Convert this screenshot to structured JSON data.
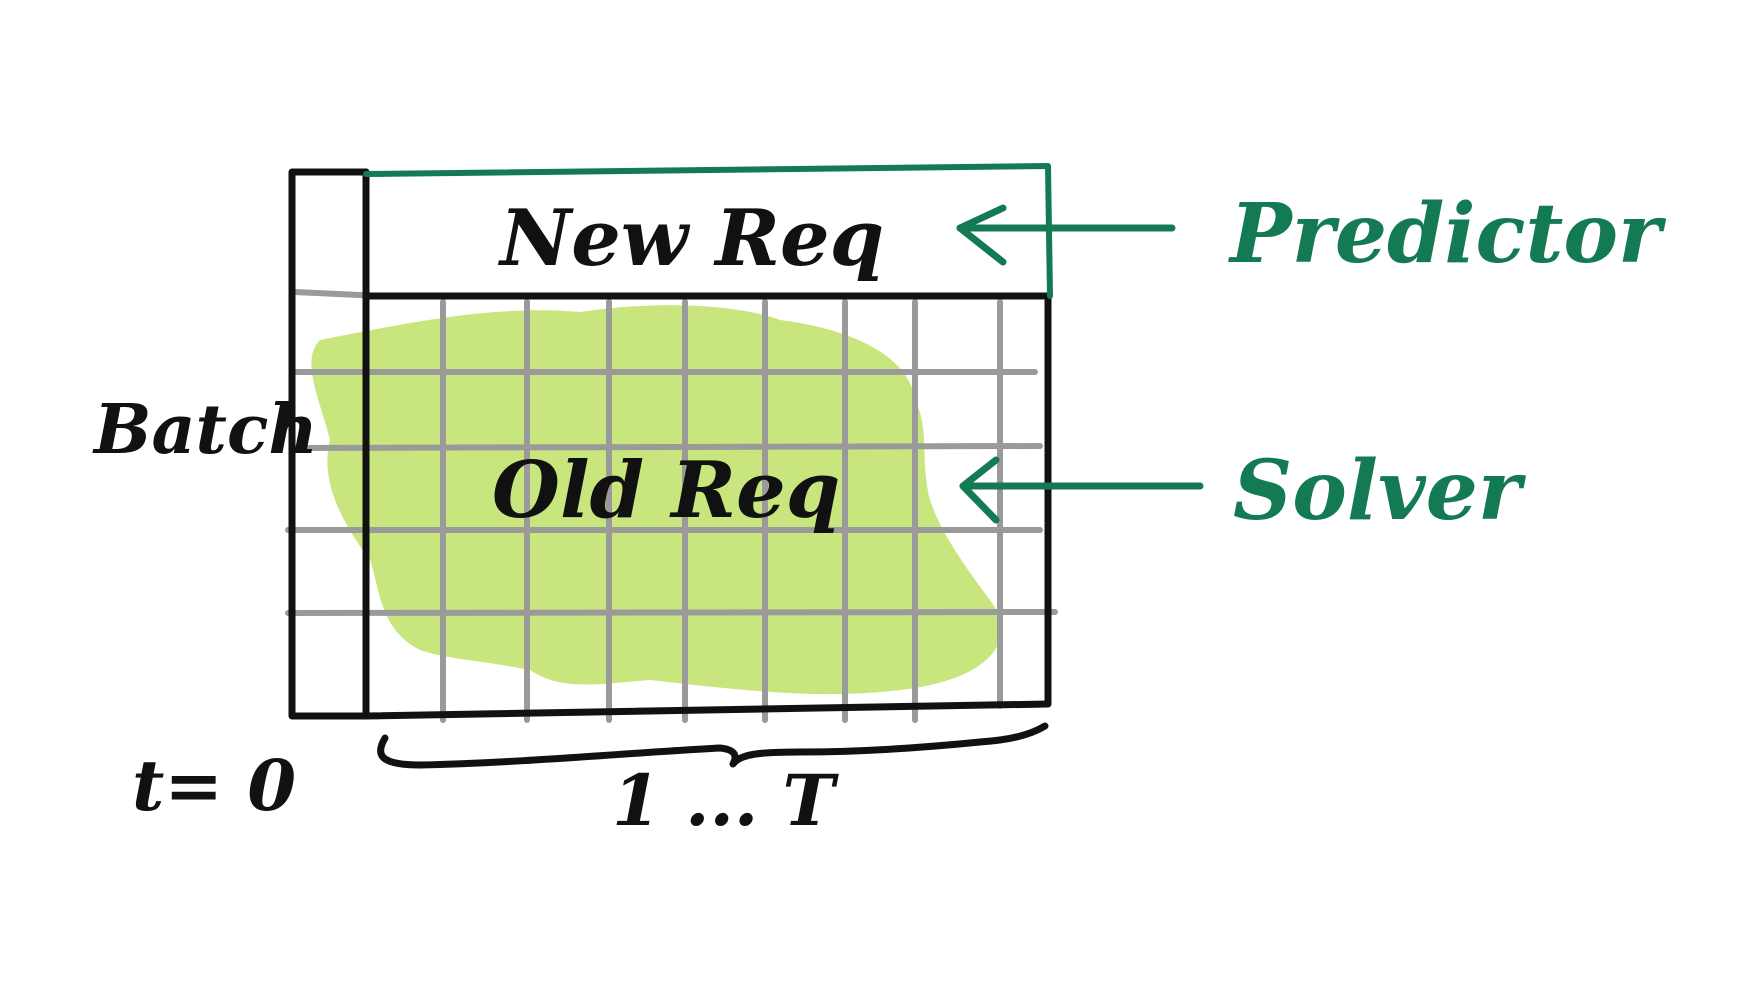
{
  "labels": {
    "new_req": "New Req",
    "old_req": "Old Req",
    "batch": "Batch",
    "predictor": "Predictor",
    "solver": "Solver",
    "t0": "t= 0",
    "time_range": "1 ... T"
  },
  "colors": {
    "ink": "#111111",
    "grid": "#9a9a9a",
    "accent": "#137a54",
    "highlight": "#c8e67d"
  }
}
